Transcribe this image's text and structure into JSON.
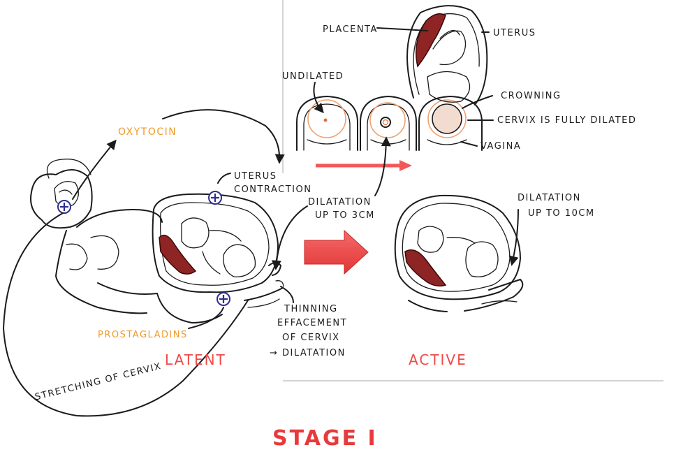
{
  "labels": {
    "placenta": "PLACENTA",
    "uterus_top": "UTERUS",
    "undilated": "UNDILATED",
    "crowning": "CROWNING",
    "cervix_fully_dilated": "CERVIX IS FULLY DILATED",
    "vagina": "VAGINA",
    "oxytocin": "OXYTOCIN",
    "uterus_contraction_1": "UTERUS",
    "uterus_contraction_2": "CONTRACTION",
    "dilatation_3_1": "DILATATION",
    "dilatation_3_2": "UP TO 3CM",
    "dilatation_10_1": "DILATATION",
    "dilatation_10_2": "UP TO 10CM",
    "thinning_1": "THINNING",
    "thinning_2": "EFFACEMENT",
    "thinning_3": "OF CERVIX",
    "thinning_4": "→ DILATATION",
    "prostaglandins": "PROSTAGLADINS",
    "latent": "LATENT",
    "active": "ACTIVE",
    "stretching": "STRETCHING OF CERVIX",
    "stage": "STAGE I"
  },
  "colors": {
    "ink": "#1b1b1b",
    "orange": "#f09a2a",
    "red": "#e8393b",
    "placenta": "#8e2424",
    "plus_blue": "#2c2f8e",
    "arrow_red": "#f2585a"
  }
}
